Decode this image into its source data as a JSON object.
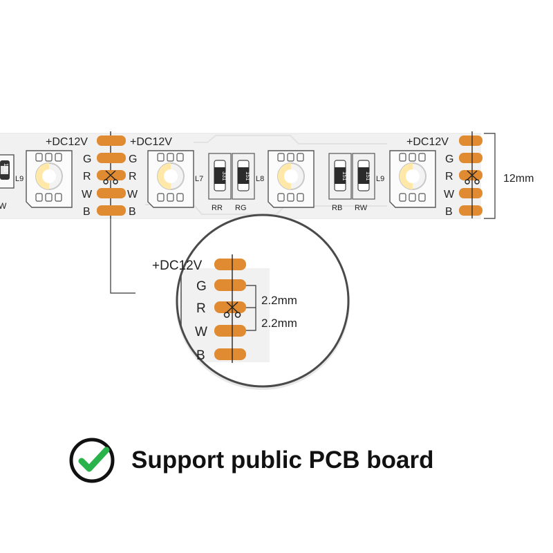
{
  "strip": {
    "voltage_labels": [
      "+DC12V",
      "+DC12V",
      "+DC12V"
    ],
    "channel_labels_left": [
      "G",
      "R",
      "W",
      "B"
    ],
    "channel_labels_mid": [
      "G",
      "R",
      "W",
      "B"
    ],
    "channel_labels_right": [
      "G",
      "R",
      "W",
      "B"
    ],
    "led_labels": [
      "L9",
      "L7",
      "L8",
      "L9"
    ],
    "resistor_codes": [
      "151",
      "331",
      "151",
      "151",
      "151"
    ],
    "resistor_labels": [
      "RR",
      "RG",
      "RB",
      "RW"
    ],
    "edge_fragment": "W",
    "width_dimension": "12mm"
  },
  "zoom": {
    "voltage_label": "+DC12V",
    "channel_labels": [
      "G",
      "R",
      "W",
      "B"
    ],
    "pad_spacing": [
      "2.2mm",
      "2.2mm"
    ]
  },
  "banner": {
    "check_icon": "check-circle-icon",
    "text": "Support public PCB board"
  },
  "colors": {
    "pad": "#e08a32",
    "pcb": "#f1f1f1",
    "check": "#29b34a"
  }
}
